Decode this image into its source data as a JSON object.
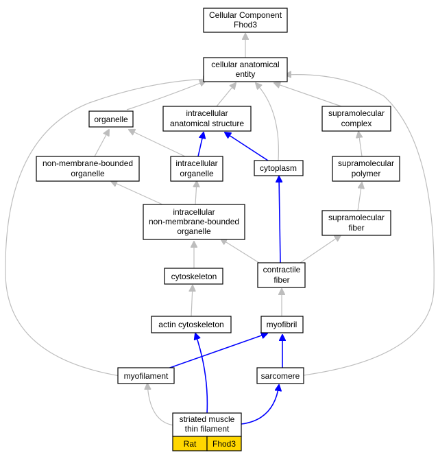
{
  "nodes": {
    "root": [
      "Cellular Component",
      "Fhod3"
    ],
    "cae": [
      "cellular anatomical",
      "entity"
    ],
    "organelle": [
      "organelle"
    ],
    "ias": [
      "intracellular",
      "anatomical structure"
    ],
    "smc": [
      "supramolecular",
      "complex"
    ],
    "nmbo": [
      "non-membrane-bounded",
      "organelle"
    ],
    "io": [
      "intracellular",
      "organelle"
    ],
    "cytoplasm": [
      "cytoplasm"
    ],
    "smp": [
      "supramolecular",
      "polymer"
    ],
    "inmbo": [
      "intracellular",
      "non-membrane-bounded",
      "organelle"
    ],
    "smf": [
      "supramolecular",
      "fiber"
    ],
    "cytoskeleton": [
      "cytoskeleton"
    ],
    "cf": [
      "contractile",
      "fiber"
    ],
    "acs": [
      "actin cytoskeleton"
    ],
    "myofibril": [
      "myofibril"
    ],
    "myofilament": [
      "myofilament"
    ],
    "sarcomere": [
      "sarcomere"
    ],
    "smtf": [
      "striated muscle",
      "thin filament"
    ]
  },
  "tags": {
    "species": "Rat",
    "gene": "Fhod3"
  },
  "colors": {
    "direct_edge": "#0000ff",
    "inferred_edge": "#bdbdbd",
    "tag_fill": "#ffd700"
  }
}
